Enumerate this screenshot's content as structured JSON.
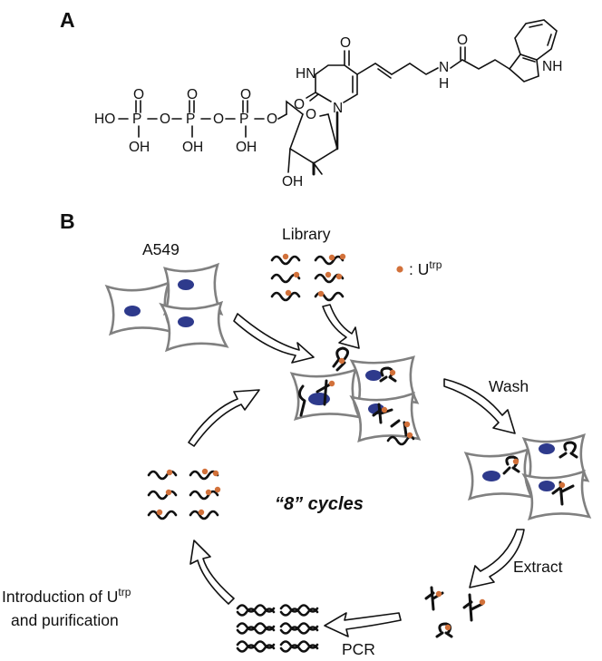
{
  "panel_a": {
    "label": "A",
    "atoms": {
      "O": "O",
      "HO": "HO",
      "OH": "OH",
      "P": "P",
      "HN": "HN",
      "N": "N",
      "H": "H",
      "NH": "NH"
    }
  },
  "panel_b": {
    "label": "B",
    "cell_line": "A549",
    "library": "Library",
    "legend_label": ": U",
    "legend_sup": "trp",
    "wash": "Wash",
    "extract": "Extract",
    "pcr": "PCR",
    "intro_line1": "Introduction of U",
    "intro_sup": "trp",
    "intro_line2": "and purification",
    "cycles": "“8” cycles"
  },
  "colors": {
    "nucleus": "#2e3a8c",
    "modification_dot": "#d2713a",
    "cell_outline": "#808080"
  }
}
